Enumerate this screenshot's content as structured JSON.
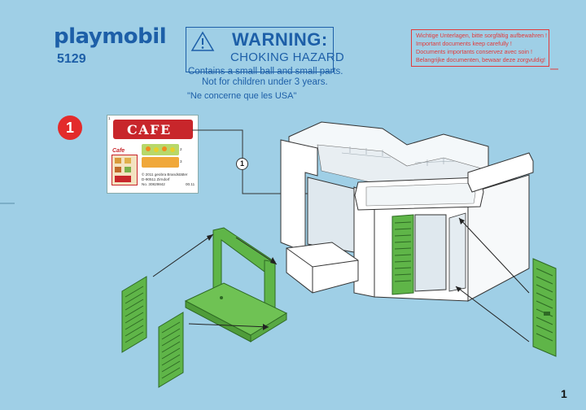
{
  "brand": {
    "logo": "playmobil",
    "model_number": "5129"
  },
  "warning": {
    "title": "WARNING:",
    "subtitle": "CHOKING HAZARD",
    "line1": "Contains a small ball and small parts.",
    "line2": "Not for children under 3 years.",
    "usa_note": "\"Ne concerne que les USA\"",
    "icon": "warning-triangle-icon"
  },
  "documents_notice": [
    "Wichtige Unterlagen, bitte sorgfältig aufbewahren !",
    "Important documents keep carefully !",
    "Documents importants conservez avec soin !",
    "Belangrijke documenten, bewaar deze zorgvuldig!"
  ],
  "step": {
    "number": "1",
    "leader_label": "1"
  },
  "sticker": {
    "sign_text": "CAFE",
    "mini_logo": "Cafe",
    "copyright_lines": [
      "© 2011 geobra Brandstätter",
      "D-90511 Zirndorf",
      "No. 30829842",
      "00.11"
    ],
    "index_marks": [
      "1",
      "2",
      "3"
    ]
  },
  "page": {
    "number": "1"
  },
  "colors": {
    "background": "#9fcfe6",
    "brand_blue": "#1d5fa8",
    "alert_red": "#e23a3a",
    "shutter_green": "#5fb548",
    "building_white": "#ffffff"
  }
}
